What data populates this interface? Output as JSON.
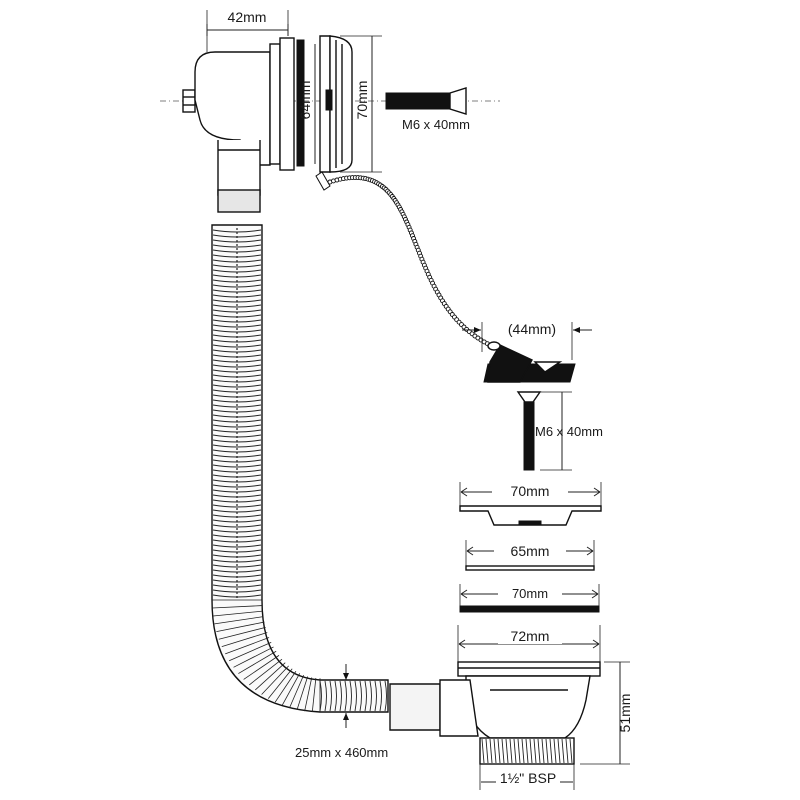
{
  "diagram": {
    "labels": {
      "overflow_width": "42mm",
      "overflow_height": "64mm",
      "overflow_plate": "70mm",
      "overflow_screw": "M6 x 40mm",
      "plug_width": "(44mm)",
      "plug_screw": "M6 x 40mm",
      "flange_width": "70mm",
      "washer_top": "65mm",
      "washer_bottom": "70mm",
      "waste_width": "72mm",
      "waste_height": "51mm",
      "thread": "1½\" BSP",
      "hose": "25mm x 460mm"
    },
    "colors": {
      "line": "#111111",
      "fill_light": "#e6e6e6",
      "background": "#ffffff"
    }
  }
}
